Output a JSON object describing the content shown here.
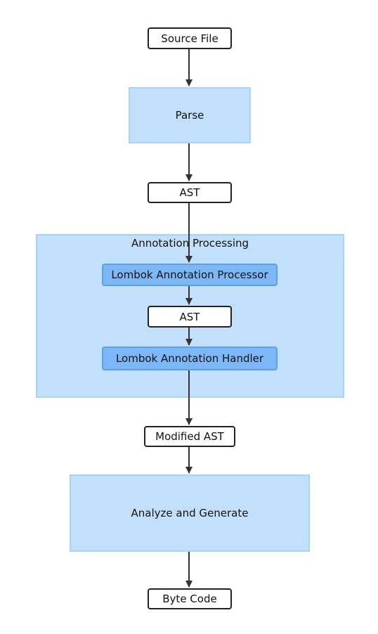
{
  "diagram": {
    "nodes": {
      "source_file": "Source File",
      "parse": "Parse",
      "ast_1": "AST",
      "group_label": "Annotation Processing",
      "lombok_processor": "Lombok Annotation Processor",
      "ast_2": "AST",
      "lombok_handler": "Lombok Annotation Handler",
      "modified_ast": "Modified AST",
      "analyze_generate": "Analyze and Generate",
      "byte_code": "Byte Code"
    },
    "edges": [
      {
        "from": "Source File",
        "to": "Parse"
      },
      {
        "from": "Parse",
        "to": "AST"
      },
      {
        "from": "AST",
        "to": "Lombok Annotation Processor"
      },
      {
        "from": "Lombok Annotation Processor",
        "to": "AST"
      },
      {
        "from": "AST",
        "to": "Lombok Annotation Handler"
      },
      {
        "from": "Lombok Annotation Handler",
        "to": "Modified AST"
      },
      {
        "from": "Modified AST",
        "to": "Analyze and Generate"
      },
      {
        "from": "Analyze and Generate",
        "to": "Byte Code"
      }
    ],
    "colors": {
      "process_fill": "#c2e0fc",
      "inner_fill": "#7cb8f7",
      "stroke": "#222222"
    }
  }
}
